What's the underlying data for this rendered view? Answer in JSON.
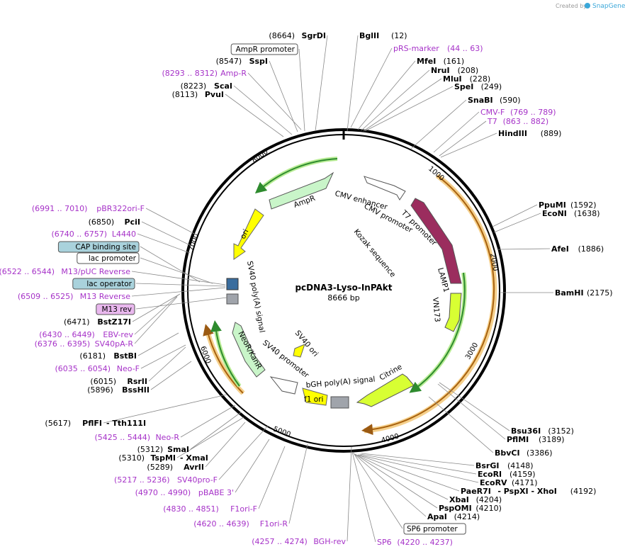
{
  "credit": "Created by",
  "brand": "SnapGene",
  "plasmid": {
    "name": "pcDNA3-Lyso-InPAkt",
    "size_label": "8666 bp"
  },
  "ticks": [
    "1000",
    "2000",
    "3000",
    "4000",
    "5000",
    "6000",
    "7000",
    "8000"
  ],
  "left_labels": [
    {
      "pos": "(8664)",
      "name": "SgrDI",
      "kind": "enzyme"
    },
    {
      "name": "AmpR promoter",
      "kind": "box"
    },
    {
      "pos": "(8547)",
      "name": "SspI",
      "kind": "enzyme"
    },
    {
      "pos": "(8293 .. 8312)",
      "name": "Amp-R",
      "kind": "primer"
    },
    {
      "pos": "(8223)",
      "name": "ScaI",
      "kind": "enzyme"
    },
    {
      "pos": "(8113)",
      "name": "PvuI",
      "kind": "enzyme"
    },
    {
      "pos": "(6991 .. 7010)",
      "name": "pBR322ori-F",
      "kind": "primer"
    },
    {
      "pos": "(6850)",
      "name": "PciI",
      "kind": "enzyme"
    },
    {
      "pos": "(6740 .. 6757)",
      "name": "L4440",
      "kind": "primer"
    },
    {
      "name": "CAP binding site",
      "kind": "box-blue"
    },
    {
      "name": "lac promoter",
      "kind": "box"
    },
    {
      "pos": "(6522 .. 6544)",
      "name": "M13/pUC Reverse",
      "kind": "primer"
    },
    {
      "name": "lac operator",
      "kind": "box-blue"
    },
    {
      "pos": "(6509 .. 6525)",
      "name": "M13 Reverse",
      "kind": "primer"
    },
    {
      "name": "M13 rev",
      "kind": "box-pink"
    },
    {
      "pos": "(6471)",
      "name": "BstZ17I",
      "kind": "enzyme"
    },
    {
      "pos": "(6430 .. 6449)",
      "name": "EBV-rev",
      "kind": "primer"
    },
    {
      "pos": "(6376 .. 6395)",
      "name": "SV40pA-R",
      "kind": "primer"
    },
    {
      "pos": "(6181)",
      "name": "BstBI",
      "kind": "enzyme"
    },
    {
      "pos": "(6035 .. 6054)",
      "name": "Neo-F",
      "kind": "primer"
    },
    {
      "pos": "(6015)",
      "name": "RsrII",
      "kind": "enzyme"
    },
    {
      "pos": "(5896)",
      "name": "BssHII",
      "kind": "enzyme"
    },
    {
      "pos": "(5617)",
      "name": "PflFI",
      "extra": "- Tth111I",
      "kind": "enzyme"
    },
    {
      "pos": "(5425 .. 5444)",
      "name": "Neo-R",
      "kind": "primer"
    },
    {
      "pos": "(5312)",
      "name": "SmaI",
      "kind": "enzyme"
    },
    {
      "pos": "(5310)",
      "name": "TspMI",
      "extra": "- XmaI",
      "kind": "enzyme"
    },
    {
      "pos": "(5289)",
      "name": "AvrII",
      "kind": "enzyme"
    },
    {
      "pos": "(5217 .. 5236)",
      "name": "SV40pro-F",
      "kind": "primer"
    },
    {
      "pos": "(4970 .. 4990)",
      "name": "pBABE 3'",
      "kind": "primer"
    },
    {
      "pos": "(4830 .. 4851)",
      "name": "F1ori-F",
      "kind": "primer"
    },
    {
      "pos": "(4620 .. 4639)",
      "name": "F1ori-R",
      "kind": "primer"
    },
    {
      "pos": "(4257 .. 4274)",
      "name": "BGH-rev",
      "kind": "primer"
    }
  ],
  "right_labels": [
    {
      "name": "BglII",
      "pos": "(12)",
      "kind": "enzyme"
    },
    {
      "name": "pRS-marker",
      "pos": "(44 .. 63)",
      "kind": "primer"
    },
    {
      "name": "MfeI",
      "pos": "(161)",
      "kind": "enzyme"
    },
    {
      "name": "NruI",
      "pos": "(208)",
      "kind": "enzyme"
    },
    {
      "name": "MluI",
      "pos": "(228)",
      "kind": "enzyme"
    },
    {
      "name": "SpeI",
      "pos": "(249)",
      "kind": "enzyme"
    },
    {
      "name": "SnaBI",
      "pos": "(590)",
      "kind": "enzyme"
    },
    {
      "name": "CMV-F",
      "pos": "(769 .. 789)",
      "kind": "primer"
    },
    {
      "name": "T7",
      "pos": "(863 .. 882)",
      "kind": "primer"
    },
    {
      "name": "HindIII",
      "pos": "(889)",
      "kind": "enzyme"
    },
    {
      "name": "PpuMI",
      "pos": "(1592)",
      "kind": "enzyme"
    },
    {
      "name": "EcoNI",
      "pos": "(1638)",
      "kind": "enzyme"
    },
    {
      "name": "AfeI",
      "pos": "(1886)",
      "kind": "enzyme"
    },
    {
      "name": "BamHI",
      "pos": "(2175)",
      "kind": "enzyme"
    },
    {
      "name": "Bsu36I",
      "pos": "(3152)",
      "kind": "enzyme"
    },
    {
      "name": "PflMI",
      "pos": "(3189)",
      "kind": "enzyme"
    },
    {
      "name": "BbvCI",
      "pos": "(3386)",
      "kind": "enzyme"
    },
    {
      "name": "BsrGI",
      "pos": "(4148)",
      "kind": "enzyme"
    },
    {
      "name": "EcoRI",
      "pos": "(4159)",
      "kind": "enzyme"
    },
    {
      "name": "EcoRV",
      "pos": "(4171)",
      "kind": "enzyme"
    },
    {
      "name": "PaeR7I",
      "extra": "- PspXI - XhoI",
      "pos": "(4192)",
      "kind": "enzyme"
    },
    {
      "name": "XbaI",
      "pos": "(4204)",
      "kind": "enzyme"
    },
    {
      "name": "PspOMI",
      "pos": "(4210)",
      "kind": "enzyme"
    },
    {
      "name": "ApaI",
      "pos": "(4214)",
      "kind": "enzyme"
    },
    {
      "name": "SP6 promoter",
      "kind": "box"
    },
    {
      "name": "SP6",
      "pos": "(4220 .. 4237)",
      "kind": "primer"
    }
  ],
  "features": {
    "amp_r": "AmpR",
    "ori": "ori",
    "cmv_enhancer": "CMV enhancer",
    "cmv_promoter": "CMV promoter",
    "t7_promoter": "T7 promoter",
    "kozak": "Kozak sequence",
    "lamp1": "LAMP1",
    "vn173": "VN173",
    "citrine": "Citrine",
    "bgh": "bGH poly(A) signal",
    "f1_ori": "f1 ori",
    "sv40_promoter": "SV40 promoter",
    "neo": "NeoR/KanR",
    "sv40_ori": "SV40 ori",
    "sv40_polya": "SV40 poly(A) signal"
  },
  "colors": {
    "enzyme": "#000000",
    "primer": "#a632c8",
    "lamp1": "#9b2d5e",
    "yellow": "#ffff00",
    "green_feature": "#c9f5c9",
    "orange_arc": "#e8a84c",
    "box_blue": "#a9d2dc",
    "box_pink": "#e9b8ee"
  }
}
